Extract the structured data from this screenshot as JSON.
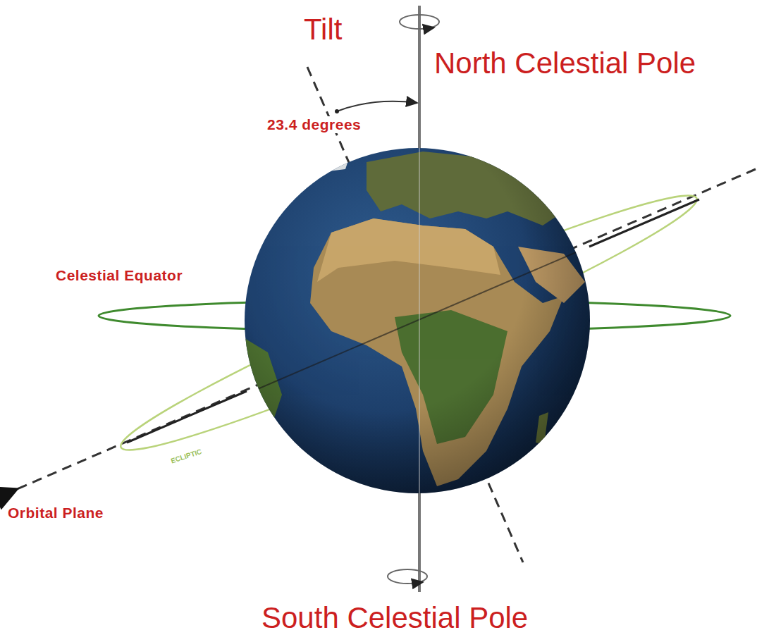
{
  "diagram": {
    "labels": [
      "Tilt",
      "North Celestial Pole",
      "23.4 degrees",
      "Celestial Equator",
      "ECLIPTIC",
      "Orbital Plane",
      "South Celestial Pole"
    ]
  }
}
